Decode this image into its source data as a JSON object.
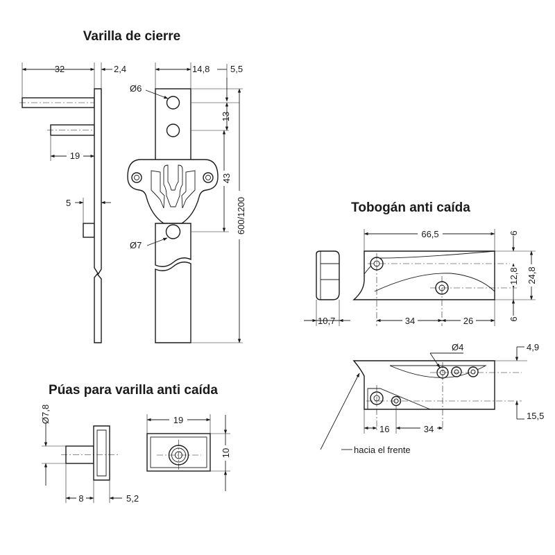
{
  "titles": {
    "varilla": "Varilla de cierre",
    "puas": "Púas para varilla anti caída",
    "tobogan": "Tobogán anti caída"
  },
  "dims": {
    "varilla_32": "32",
    "varilla_2_4": "2,4",
    "varilla_14_8": "14,8",
    "varilla_5_5": "5,5",
    "varilla_d6": "Ø6",
    "varilla_13": "13",
    "varilla_19": "19",
    "varilla_43": "43",
    "varilla_5": "5",
    "varilla_600_1200": "600/1200",
    "varilla_d7": "Ø7",
    "puas_d7_8": "Ø7,8",
    "puas_19": "19",
    "puas_10": "10",
    "puas_8": "8",
    "puas_5_2": "5,2",
    "tob_66_5": "66,5",
    "tob_6_top": "6",
    "tob_12_8": "12,8",
    "tob_24_8": "24,8",
    "tob_6_bottom": "6",
    "tob_10_7": "10,7",
    "tob_34_top": "34",
    "tob_26": "26",
    "tob_d4": "Ø4",
    "tob_4_9": "4,9",
    "tob_16": "16",
    "tob_34_bottom": "34",
    "tob_15_5": "15,5"
  },
  "notes": {
    "hacia_frente": "hacia el frente"
  }
}
